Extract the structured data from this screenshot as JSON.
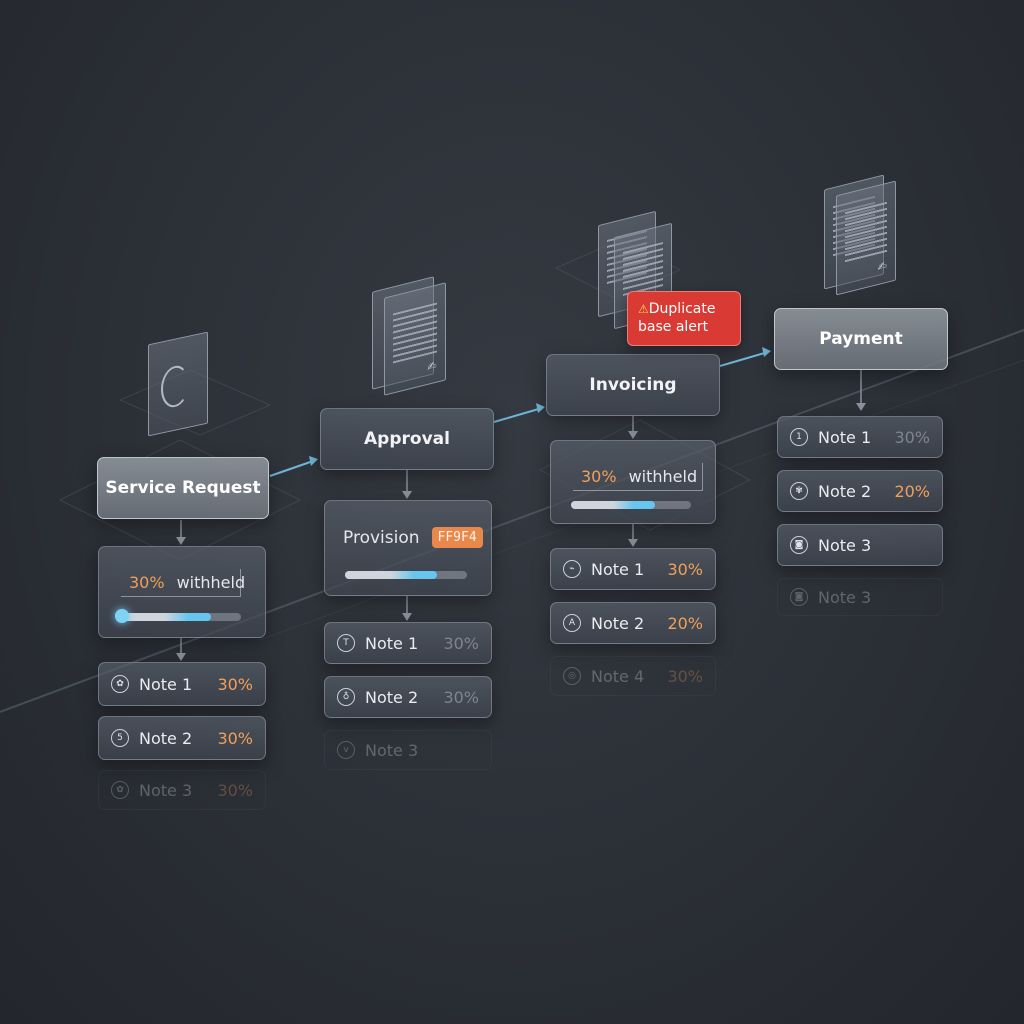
{
  "stages": [
    {
      "id": "service",
      "label": "Service Request"
    },
    {
      "id": "approval",
      "label": "Approval"
    },
    {
      "id": "invoicing",
      "label": "Invoicing"
    },
    {
      "id": "payment",
      "label": "Payment"
    }
  ],
  "service_withheld": {
    "percent_label": "30%",
    "text": "withheld",
    "progress": 0.75
  },
  "provision": {
    "label": "Provision",
    "tag": "FF9F4",
    "progress": 0.75
  },
  "invoicing_withheld": {
    "percent_label": "30%",
    "text": "withheld",
    "progress": 0.7
  },
  "alert": {
    "icon": "warning-icon",
    "line1": "Duplicate",
    "line2": "base alert"
  },
  "notes": {
    "service": [
      {
        "label": "Note 1",
        "value": "30%"
      },
      {
        "label": "Note 2",
        "value": "30%"
      },
      {
        "label": "Note 3",
        "value": "30%"
      }
    ],
    "approval": [
      {
        "label": "Note 1",
        "value": "30%"
      },
      {
        "label": "Note 2",
        "value": "30%"
      },
      {
        "label": "Note 3",
        "value": ""
      }
    ],
    "invoicing": [
      {
        "label": "Note 1",
        "value": "30%"
      },
      {
        "label": "Note 2",
        "value": "20%"
      },
      {
        "label": "Note 4",
        "value": "30%"
      }
    ],
    "payment": [
      {
        "label": "Note 1",
        "value": "30%"
      },
      {
        "label": "Note 2",
        "value": "20%"
      },
      {
        "label": "Note 3",
        "value": ""
      },
      {
        "label": "Note 3",
        "value": ""
      }
    ]
  },
  "colors": {
    "accent": "#67c6ee",
    "percent": "#f0a05a",
    "alert": "#d93a34",
    "tag": "#e8884a"
  }
}
